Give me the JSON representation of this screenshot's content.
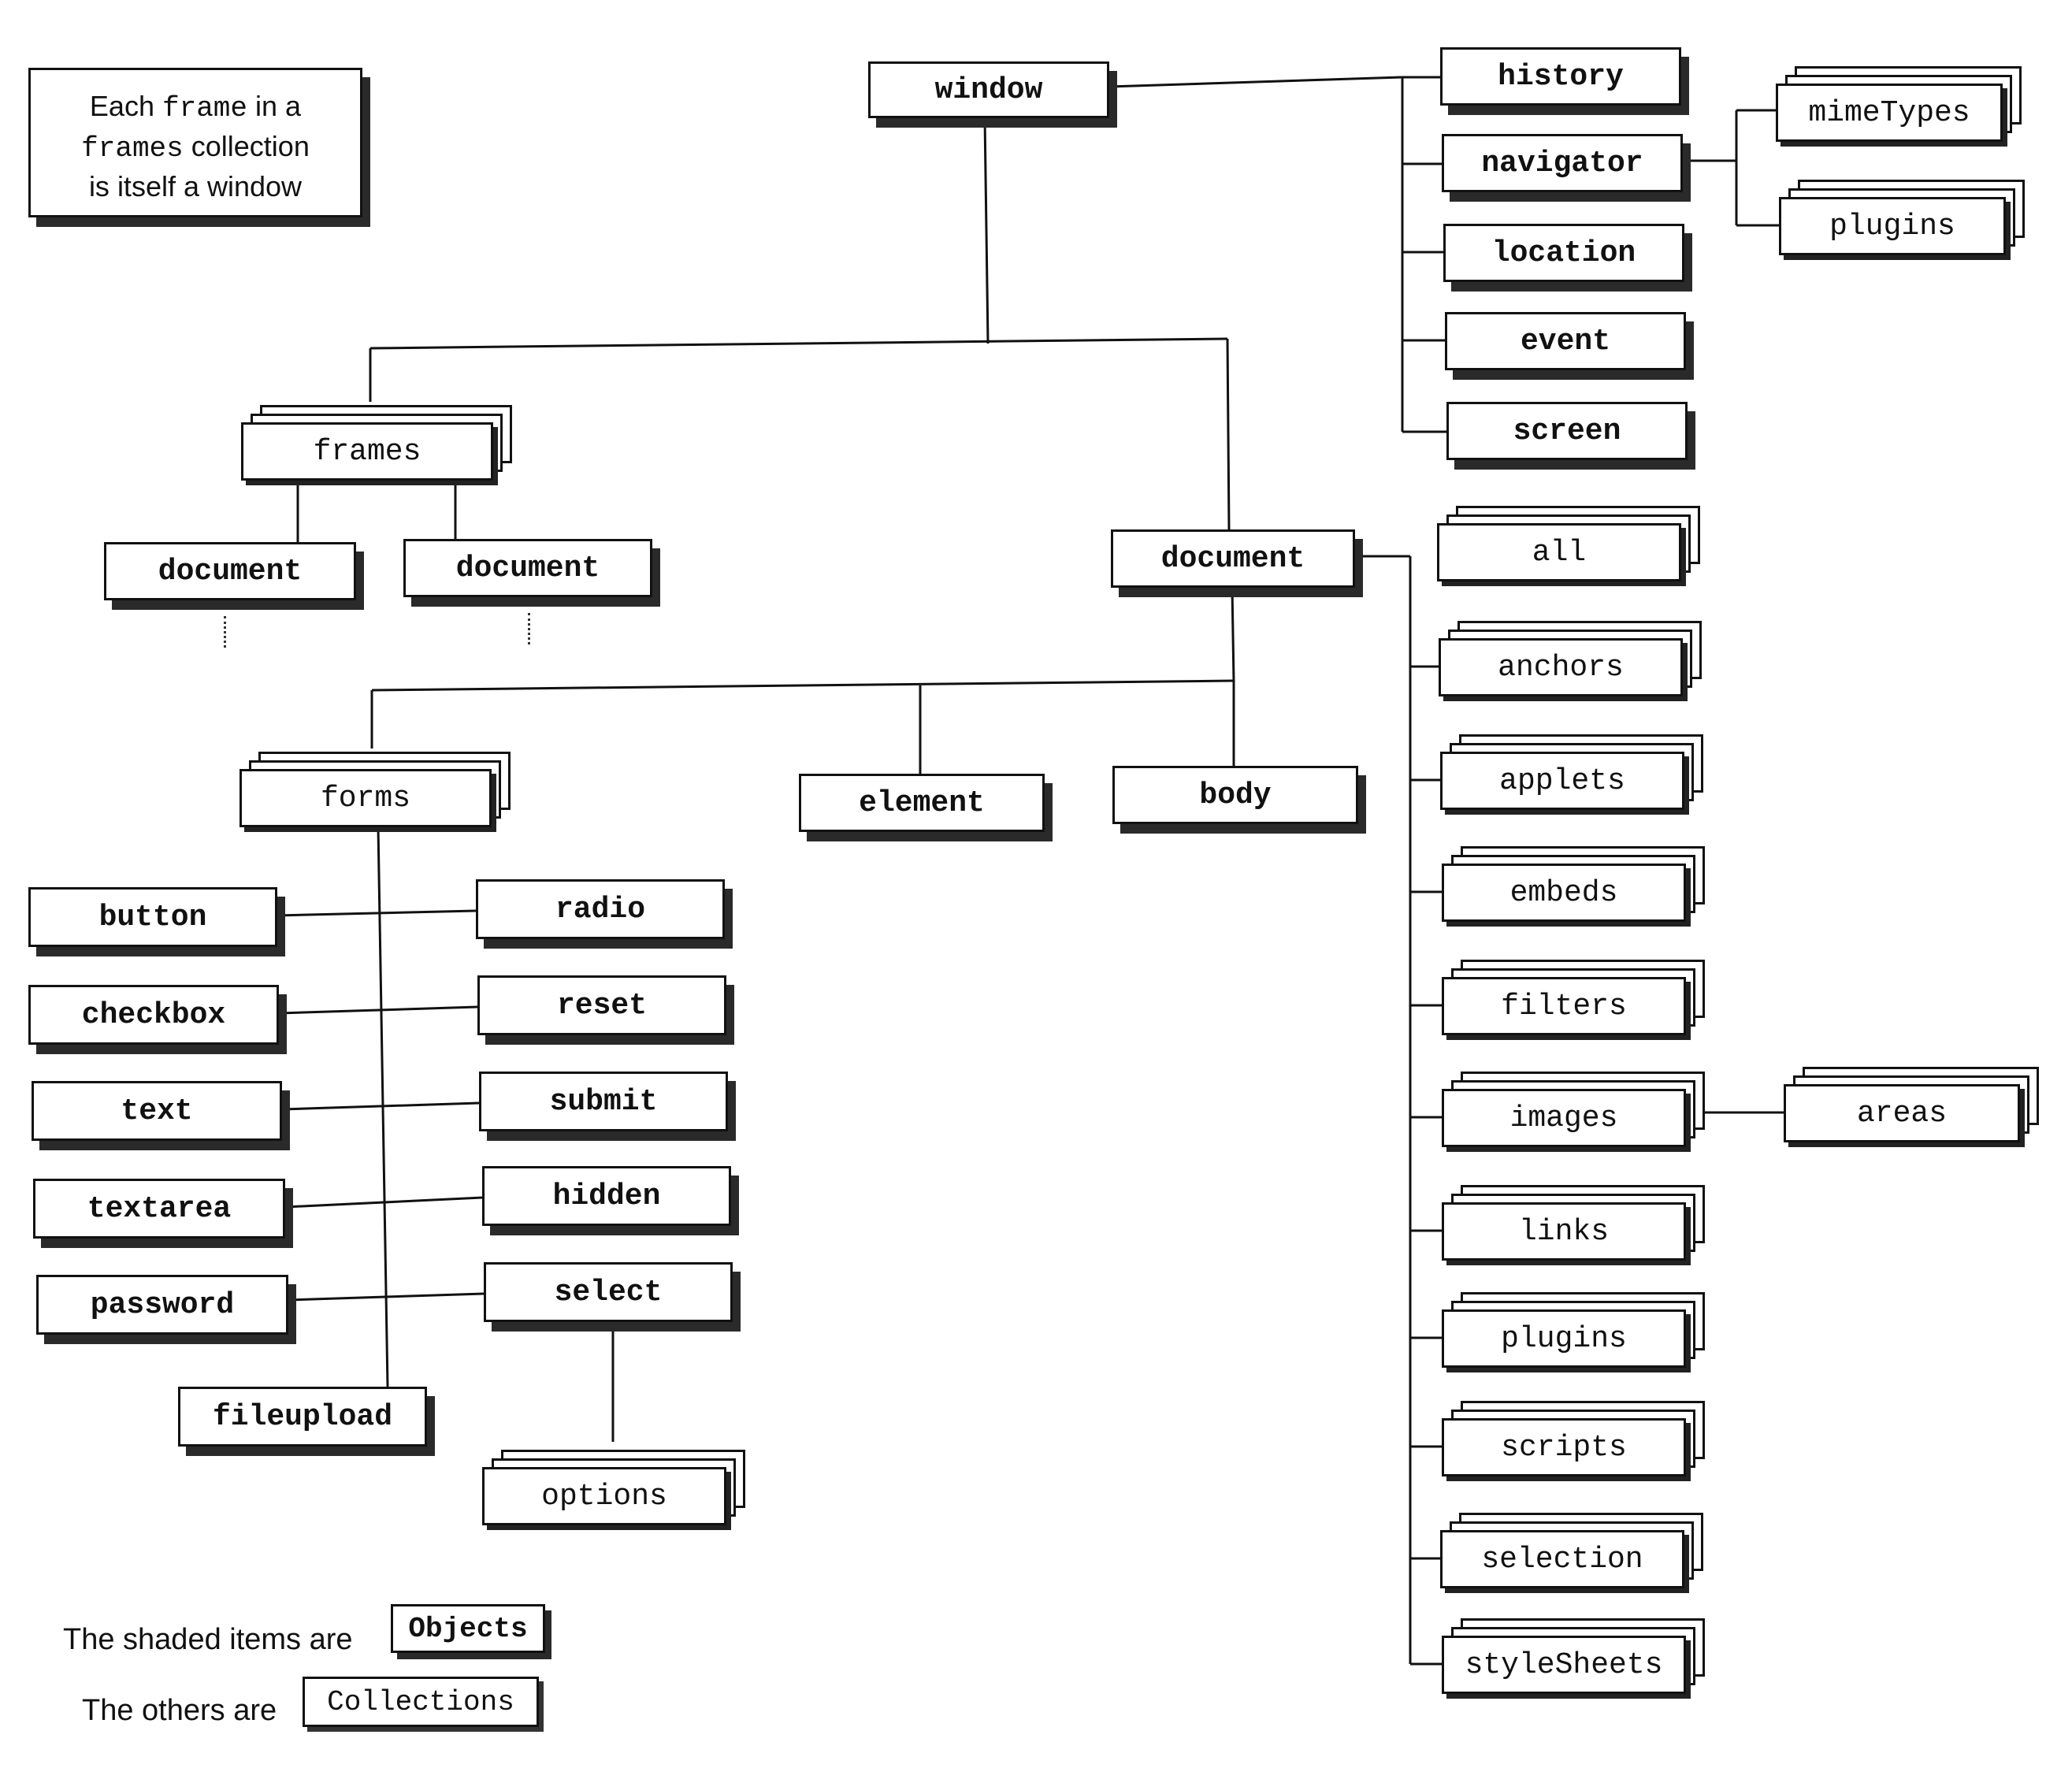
{
  "note": {
    "line1_a": "Each ",
    "line1_mono": "frame",
    "line1_b": " in a",
    "line2_mono": "frames",
    "line2_b": " collection",
    "line3": "is itself a window"
  },
  "nodes": {
    "window": "window",
    "history": "history",
    "navigator": "navigator",
    "location": "location",
    "event": "event",
    "screen": "screen",
    "mimeTypes": "mimeTypes",
    "nav_plugins": "plugins",
    "frames": "frames",
    "frame_doc_1": "document",
    "frame_doc_2": "document",
    "document": "document",
    "forms": "forms",
    "element": "element",
    "body": "body",
    "button": "button",
    "checkbox": "checkbox",
    "text": "text",
    "textarea": "textarea",
    "password": "password",
    "fileupload": "fileupload",
    "radio": "radio",
    "reset": "reset",
    "submit": "submit",
    "hidden": "hidden",
    "select": "select",
    "options": "options",
    "all": "all",
    "anchors": "anchors",
    "applets": "applets",
    "embeds": "embeds",
    "filters": "filters",
    "images": "images",
    "areas": "areas",
    "links": "links",
    "doc_plugins": "plugins",
    "scripts": "scripts",
    "selection": "selection",
    "styleSheets": "styleSheets"
  },
  "legend": {
    "shaded_text": "The shaded items are",
    "shaded_box": "Objects",
    "others_text": "The others are",
    "others_box": "Collections"
  }
}
